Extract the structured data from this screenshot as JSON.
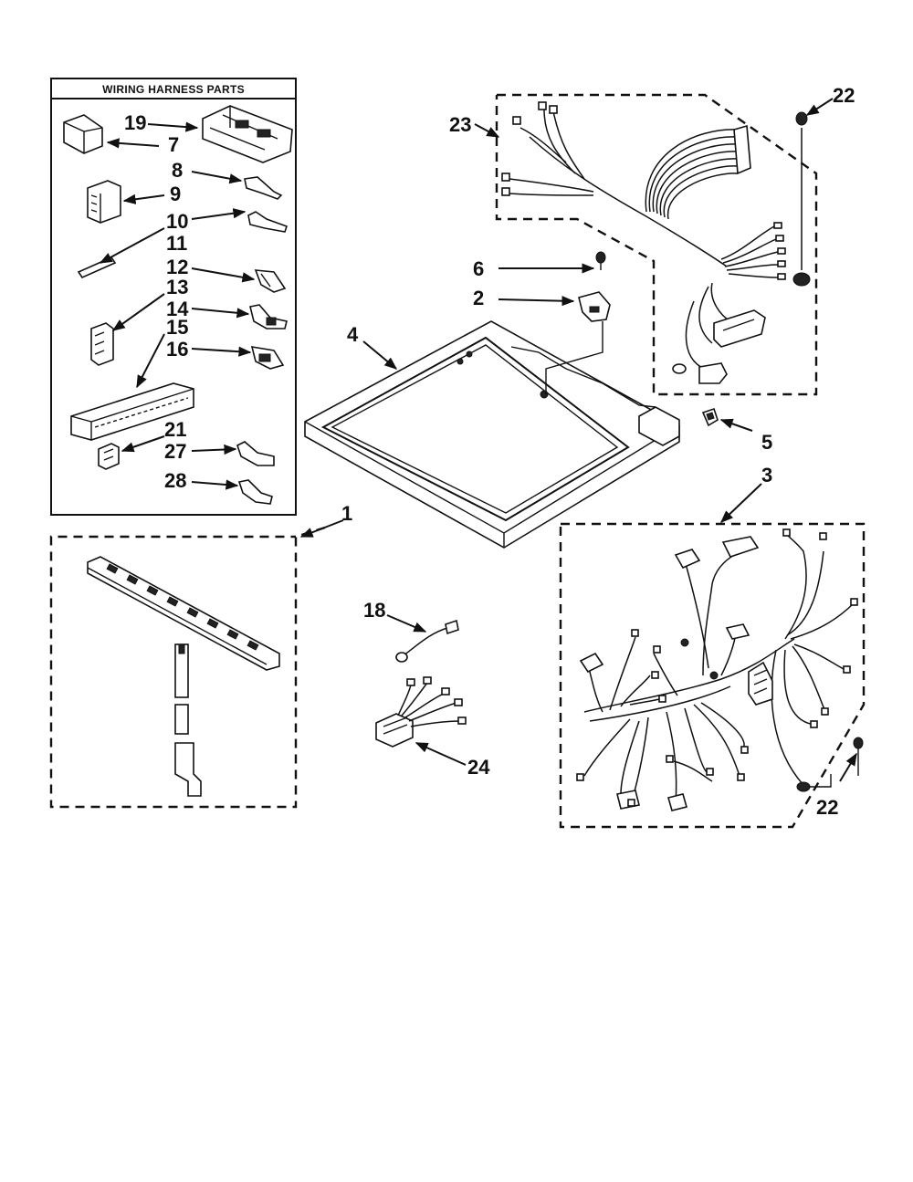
{
  "kit": {
    "title": "WIRING HARNESS PARTS"
  },
  "labels": {
    "p1": "1",
    "p2": "2",
    "p3": "3",
    "p4": "4",
    "p5": "5",
    "p6": "6",
    "p7": "7",
    "p8": "8",
    "p9": "9",
    "p10": "10",
    "p11": "11",
    "p12": "12",
    "p13": "13",
    "p14": "14",
    "p15": "15",
    "p16": "16",
    "p18": "18",
    "p19": "19",
    "p21": "21",
    "p22a": "22",
    "p22b": "22",
    "p23": "23",
    "p24": "24",
    "p27": "27",
    "p28": "28"
  }
}
